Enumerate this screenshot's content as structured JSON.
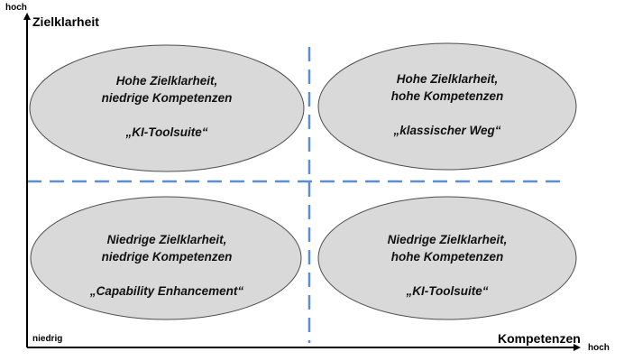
{
  "y_axis": {
    "high_label": "hoch",
    "title": "Zielklarheit",
    "low_label": "niedrig"
  },
  "x_axis": {
    "title": "Kompetenzen",
    "high_label": "hoch"
  },
  "colors": {
    "ellipse_fill": "#d9d9d9",
    "ellipse_stroke": "#4d4d4d",
    "divider": "#5b8fd1",
    "axis": "#000000"
  },
  "quadrants": {
    "top_left": {
      "line1": "Hohe Zielklarheit,",
      "line2": "niedrige Kompetenzen",
      "tag": "„KI-Toolsuite“"
    },
    "top_right": {
      "line1": "Hohe Zielklarheit,",
      "line2": "hohe Kompetenzen",
      "tag": "„klassischer Weg“"
    },
    "bottom_left": {
      "line1": "Niedrige Zielklarheit,",
      "line2": "niedrige Kompetenzen",
      "tag": "„Capability Enhancement“"
    },
    "bottom_right": {
      "line1": "Niedrige Zielklarheit,",
      "line2": "hohe Kompetenzen",
      "tag": "„KI-Toolsuite“"
    }
  }
}
